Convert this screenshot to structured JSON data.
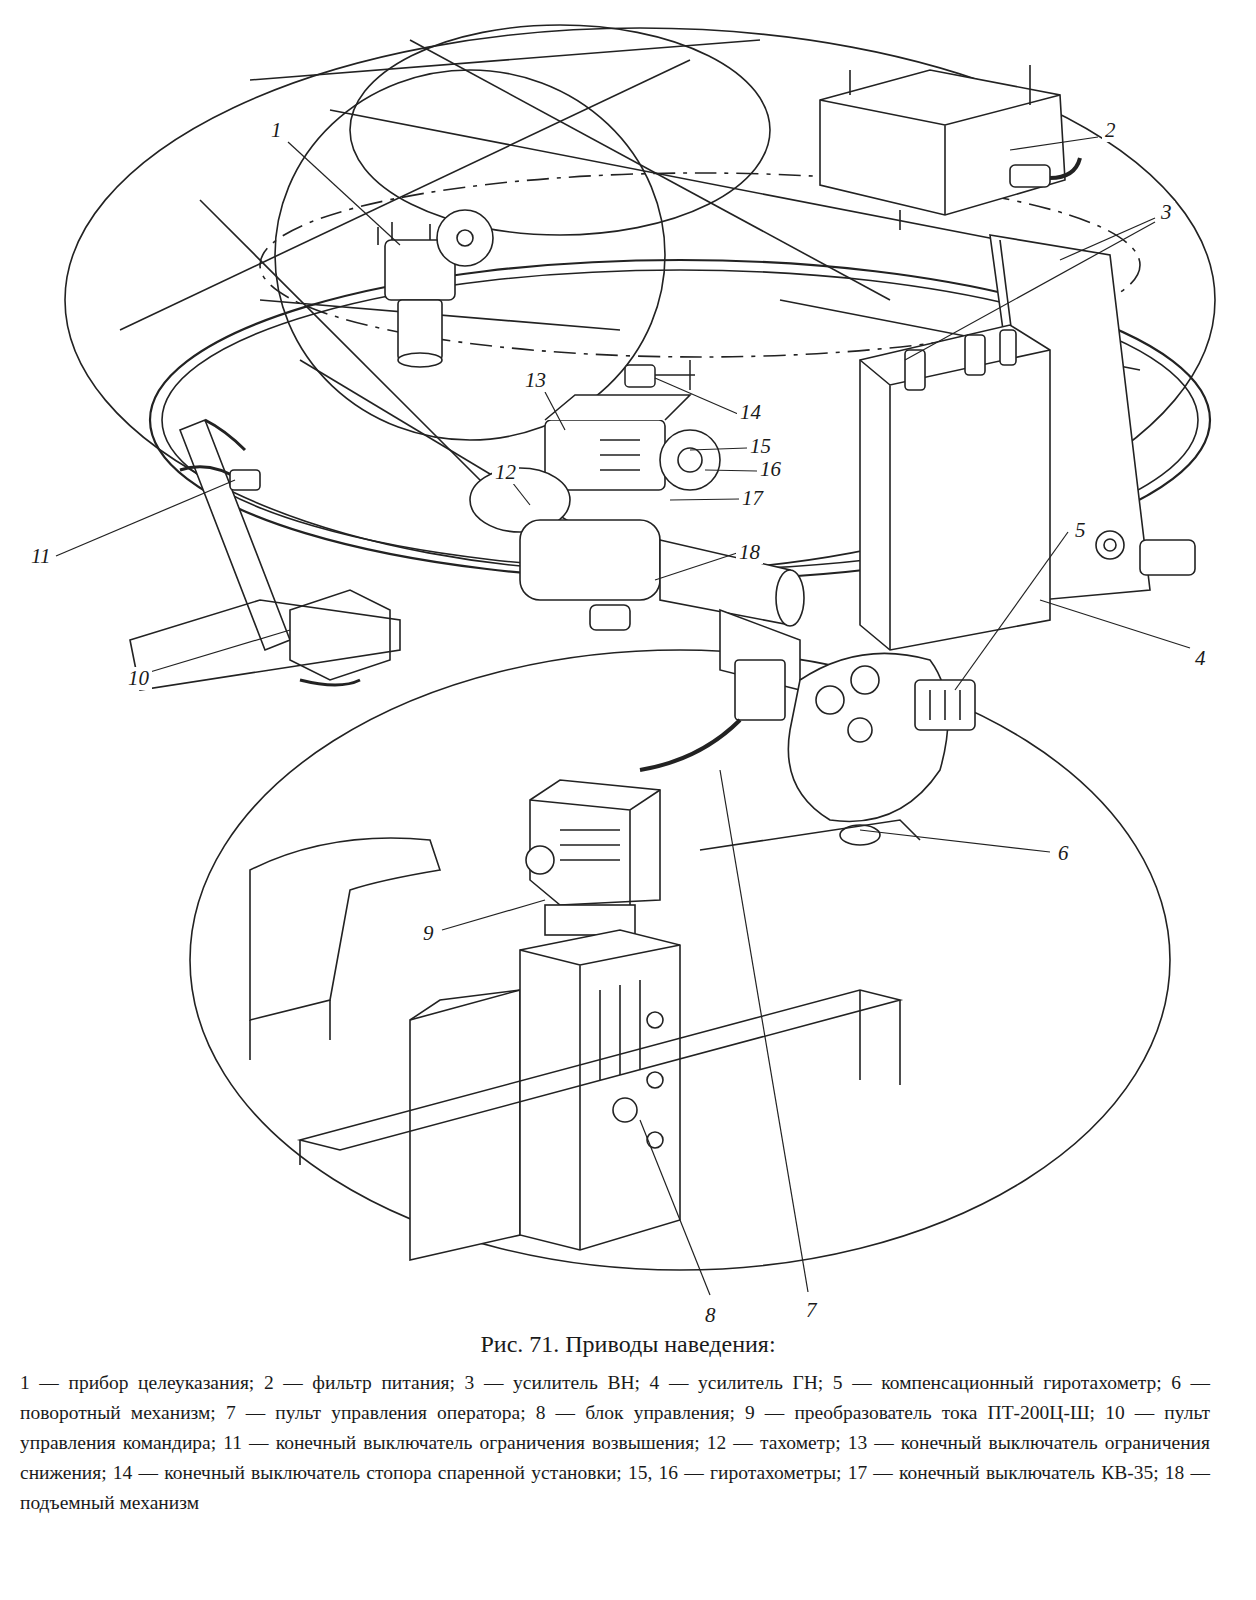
{
  "diagram": {
    "caption": "Рис. 71. Приводы наведения:",
    "labels": [
      "1",
      "2",
      "3",
      "4",
      "5",
      "6",
      "7",
      "8",
      "9",
      "10",
      "11",
      "12",
      "13",
      "14",
      "15",
      "16",
      "17",
      "18",
      "1 — прибор целеуказания;",
      "2 — фильтр питания;",
      "3 — усилитель ВН;",
      "4 — усилитель ГН;",
      "5 — компенсационный гиротахометр;",
      "6 — поворотный механизм;",
      "7 — пульт управления оператора;",
      "8 — блок управления;",
      "9 — преобразователь тока ПТ-200Ц-Ш;",
      "10 — пульт управления командира;",
      "11 — конечный выключатель ограничения возвышения;",
      "12 — тахометр;",
      "13 — конечный выключатель ограничения снижения;",
      "14 — конечный выключатель стопора спаренной установки;",
      "15, 16 — гиротахометры;",
      "17 — конечный выключатель КВ-35;",
      "18 — подъемный механизм"
    ]
  }
}
